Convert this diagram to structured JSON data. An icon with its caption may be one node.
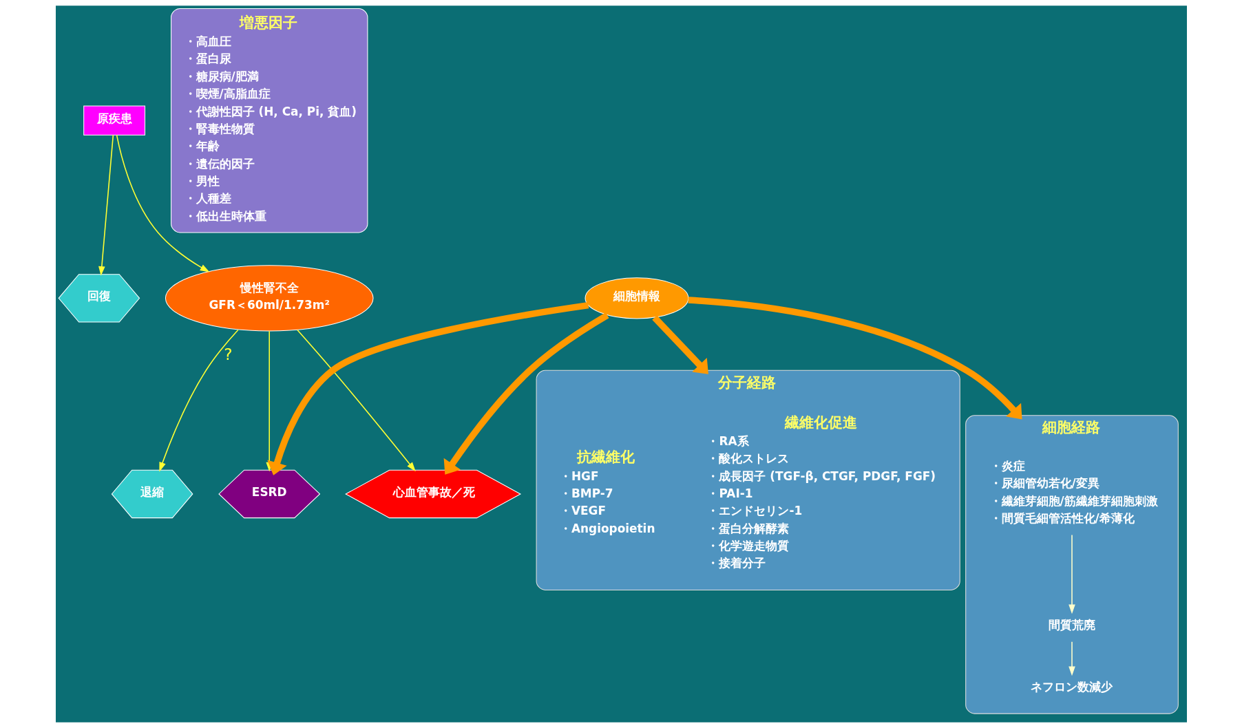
{
  "diagram": {
    "nodes": [
      {
        "text": [
          "回復"
        ]
      },
      {
        "text": [
          "原疾患"
        ]
      },
      {
        "text": [
          "退縮"
        ]
      },
      {
        "text": [
          "慢性腎不全",
          "GFR＜60ml/1.73m²"
        ]
      },
      {
        "text": [
          "増悪因子",
          "・高血圧",
          "・蛋白尿",
          "・糖尿病/肥満",
          "・喫煙/高脂血症",
          "・代謝性因子 (H, Ca, Pi, 貧血)",
          "・腎毒性物質",
          "・年齢",
          "・遺伝的因子",
          "・男性",
          "・人種差",
          "・低出生時体重"
        ]
      },
      {
        "text": [
          "ESRD"
        ]
      },
      {
        "text": [
          "心血管事故／死"
        ]
      },
      {
        "text": [
          "細胞情報"
        ]
      },
      {
        "text": [
          "細胞経路"
        ]
      },
      {
        "text": [
          "・炎症",
          "・尿細管幼若化/変異",
          "・繊維芽細胞/筋繊維芽細胞刺激",
          "・間質毛細管活性化/希薄化"
        ],
        "in": 8
      },
      {
        "text": [
          "間質荒廃"
        ],
        "in": 8
      },
      {
        "text": [
          "ネフロン数減少"
        ],
        "in": 8
      },
      {
        "text": [
          "分子経路"
        ]
      },
      {
        "text": [
          "繊維化促進",
          "・RA系",
          "・酸化ストレス",
          "・成長因子 (TGF-β, CTGF, PDGF, FGF)",
          "・PAI-1",
          "・エンドセリン-1",
          "・蛋白分解酵素",
          "・化学遊走物質",
          "・接着分子"
        ],
        "in": 12
      },
      {
        "text": [
          "抗繊維化",
          "・HGF",
          "・BMP-7",
          "・VEGF",
          "・Angiopoietin"
        ],
        "in": 12
      }
    ],
    "edges": [
      {
        "from": 1,
        "to": 0,
        "arrow": "to"
      },
      {
        "from": 1,
        "to": 3,
        "arrow": "to"
      },
      {
        "from": 3,
        "to": 2,
        "arrow": "to",
        "label": "?"
      },
      {
        "from": 3,
        "to": 6,
        "arrow": "to"
      },
      {
        "from": 3,
        "to": 5,
        "arrow": "to"
      },
      {
        "from": 7,
        "to": 5,
        "arrow": "to",
        "style": "thick",
        "color": "#ff9900"
      },
      {
        "from": 7,
        "to": 6,
        "arrow": "to",
        "style": "thick",
        "color": "#ff9900"
      },
      {
        "from": 7,
        "to": 8,
        "arrow": "to",
        "style": "thick",
        "color": "#ff9900"
      },
      {
        "from": 7,
        "to": 12,
        "arrow": "to",
        "style": "thick",
        "color": "#ff9900"
      },
      {
        "from": 10,
        "to": 11,
        "arrow": "to",
        "color": "#ffffcc"
      },
      {
        "from": 9,
        "to": 10,
        "arrow": "to",
        "color": "#ffffcc"
      }
    ]
  }
}
